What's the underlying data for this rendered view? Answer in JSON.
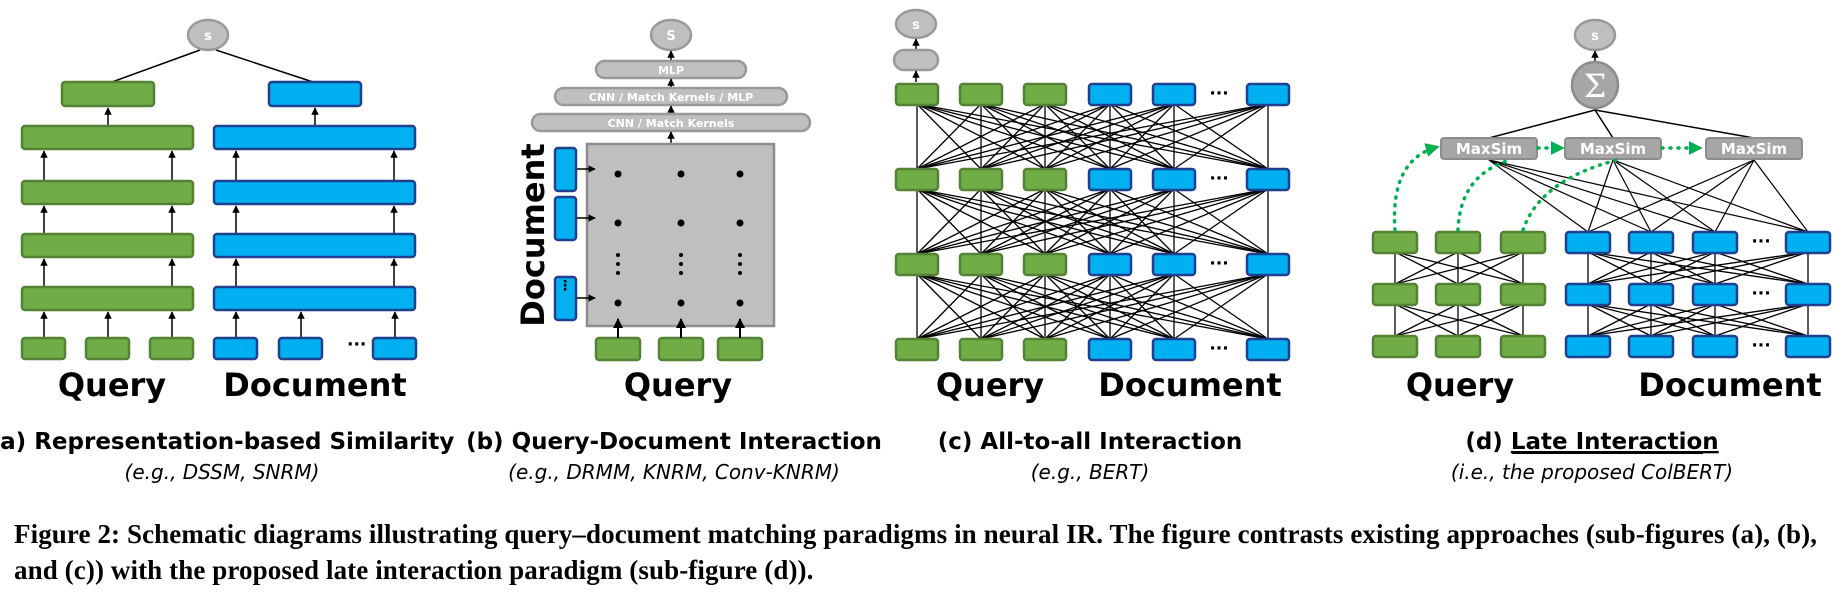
{
  "colors": {
    "query_fill": "#70AD47",
    "query_stroke": "#548235",
    "doc_fill": "#00B0F0",
    "doc_stroke": "#1F3F8F",
    "gray_fill": "#BFBFBF",
    "gray_stroke": "#8C8C8C",
    "maxsim_fill": "#A6A6A6",
    "dotted_arrow": "#00B050"
  },
  "panels": [
    {
      "id": "a",
      "title_prefix": "(a)",
      "title": "Representation-based Similarity",
      "subtitle": "(e.g., DSSM, SNRM)",
      "score_label": "s",
      "query_label": "Query",
      "document_label": "Document",
      "ellipsis": "···"
    },
    {
      "id": "b",
      "title_prefix": "(b)",
      "title": "Query-Document Interaction",
      "subtitle": "(e.g., DRMM, KNRM, Conv-KNRM)",
      "score_label": "S",
      "layers": [
        "MLP",
        "CNN  /  Match Kernels / MLP",
        "CNN  /  Match Kernels"
      ],
      "query_label": "Query",
      "document_label": "Document",
      "ellipsis": "⋮"
    },
    {
      "id": "c",
      "title_prefix": "(c)",
      "title": "All-to-all Interaction",
      "subtitle": "(e.g., BERT)",
      "score_label": "s",
      "query_label": "Query",
      "document_label": "Document",
      "ellipsis": "···"
    },
    {
      "id": "d",
      "title_prefix": "(d)",
      "title": "Late Interaction",
      "subtitle": "(i.e., the proposed ColBERT)",
      "score_label": "s",
      "sum_label": "Σ",
      "maxsim_label": "MaxSim",
      "query_label": "Query",
      "document_label": "Document",
      "ellipsis": "···"
    }
  ],
  "caption": "Figure 2: Schematic diagrams illustrating query–document matching paradigms in neural IR. The figure contrasts existing approaches (sub-figures (a), (b), and (c)) with the proposed late interaction paradigm (sub-figure (d))."
}
